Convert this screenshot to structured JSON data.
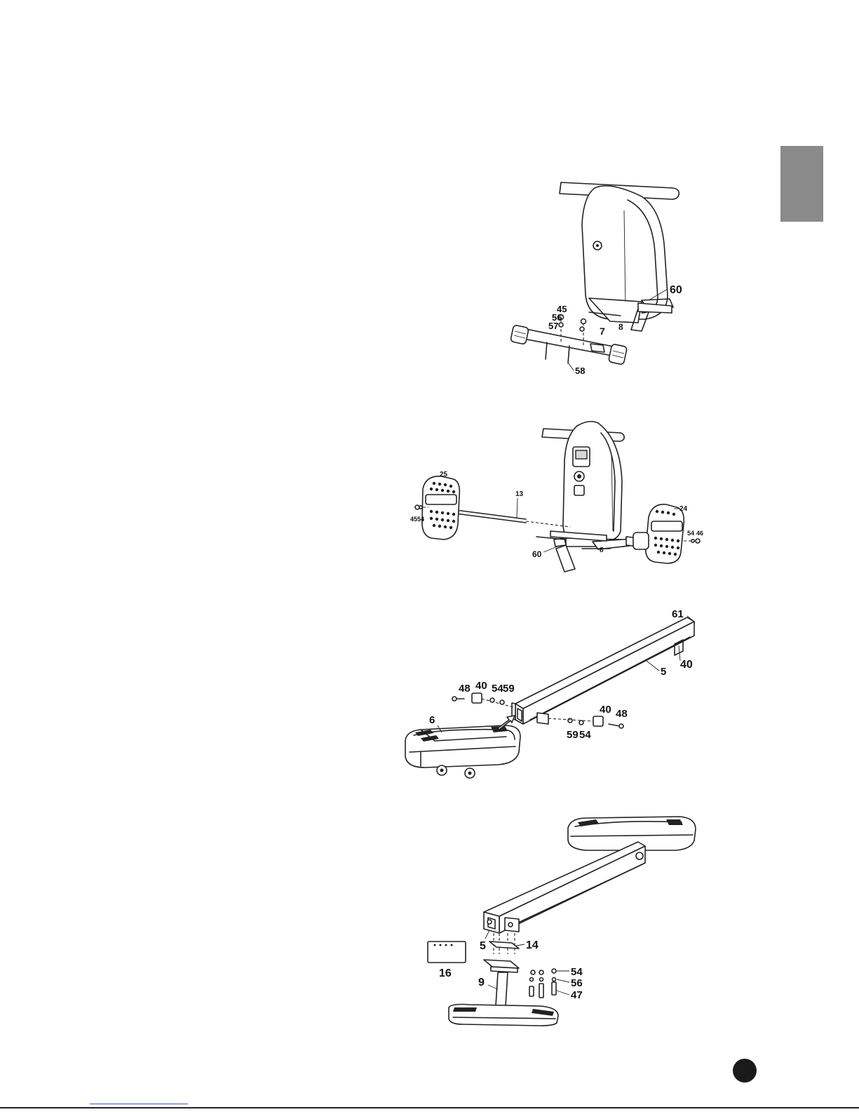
{
  "figures": [
    {
      "id": "fig1",
      "labels": [
        "45",
        "56",
        "57",
        "7",
        "8",
        "60",
        "58"
      ]
    },
    {
      "id": "fig2",
      "labels": [
        "25",
        "13",
        "24",
        "45",
        "54",
        "54",
        "46",
        "60",
        "8"
      ]
    },
    {
      "id": "fig3",
      "labels": [
        "61",
        "40",
        "5",
        "48",
        "40",
        "54",
        "59",
        "59",
        "54",
        "40",
        "48",
        "6"
      ]
    },
    {
      "id": "fig4",
      "labels": [
        "5",
        "14",
        "16",
        "9",
        "54",
        "56",
        "47"
      ]
    }
  ]
}
